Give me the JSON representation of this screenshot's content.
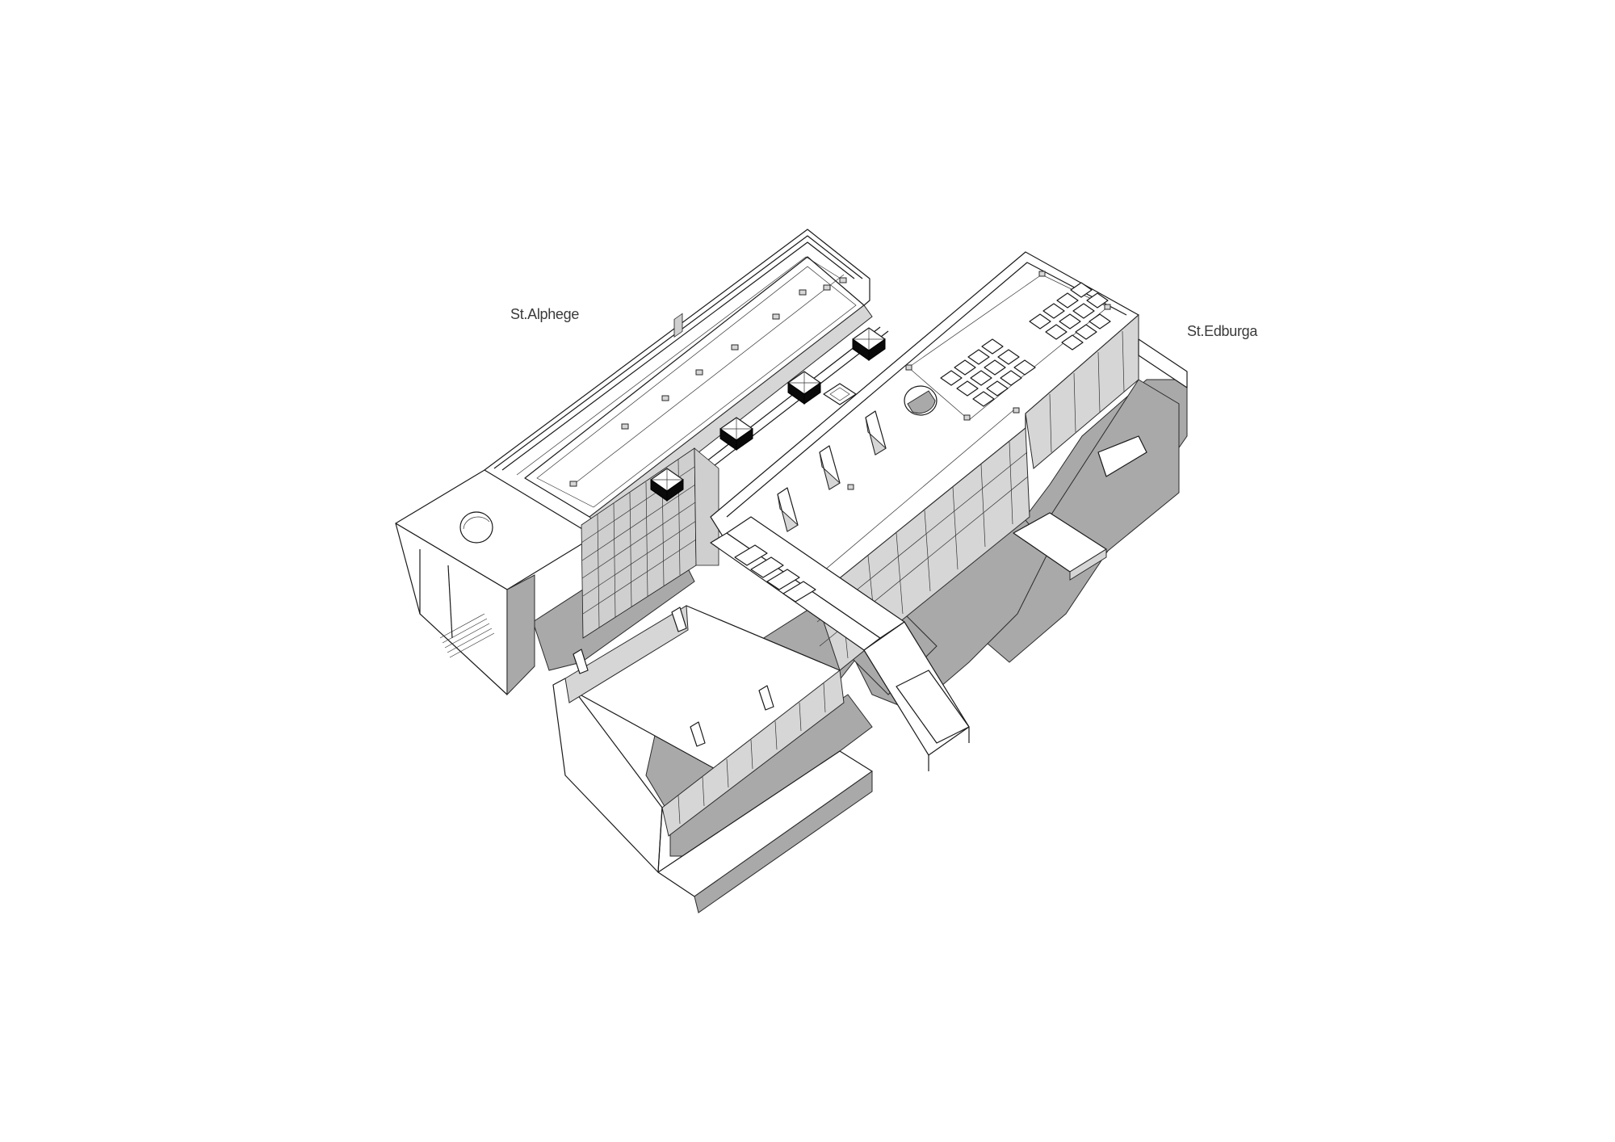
{
  "drawing": {
    "type": "axonometric architectural line drawing",
    "background": "#ffffff",
    "line_color": "#1a1a1a",
    "shadow_color": "#a9a9a9"
  },
  "labels": {
    "building_left": "St.Alphege",
    "building_right": "St.Edburga"
  },
  "features": {
    "rooftop_vents_count": 4,
    "skylight_prisms_count": 3,
    "solar_panel_groups": 2,
    "circular_openings": 2
  }
}
